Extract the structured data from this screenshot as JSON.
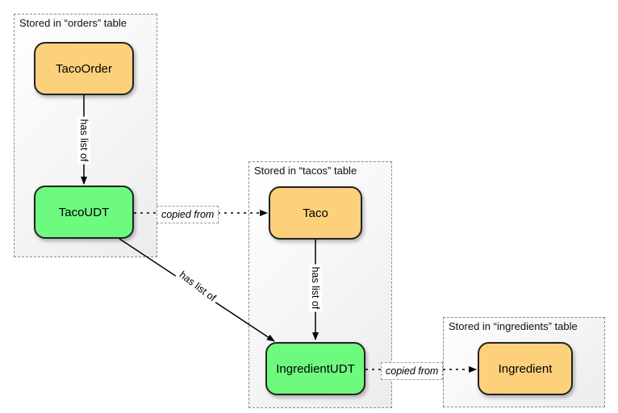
{
  "groups": {
    "orders": "Stored in “orders” table",
    "tacos": "Stored in “tacos” table",
    "ingredients": "Stored in “ingredients” table"
  },
  "nodes": {
    "taco_order": "TacoOrder",
    "taco_udt": "TacoUDT",
    "taco": "Taco",
    "ingredient_udt": "IngredientUDT",
    "ingredient": "Ingredient"
  },
  "edges": {
    "order_to_udt": "has list of",
    "udt_copied_from_taco": "copied from",
    "udt_to_ingredient_udt": "has list of",
    "taco_to_ingredient_udt": "has list of",
    "ingredient_udt_copied_from": "copied from"
  },
  "colors": {
    "entity": "#fdd17c",
    "udt": "#6dfa7e",
    "border": "#222222"
  }
}
